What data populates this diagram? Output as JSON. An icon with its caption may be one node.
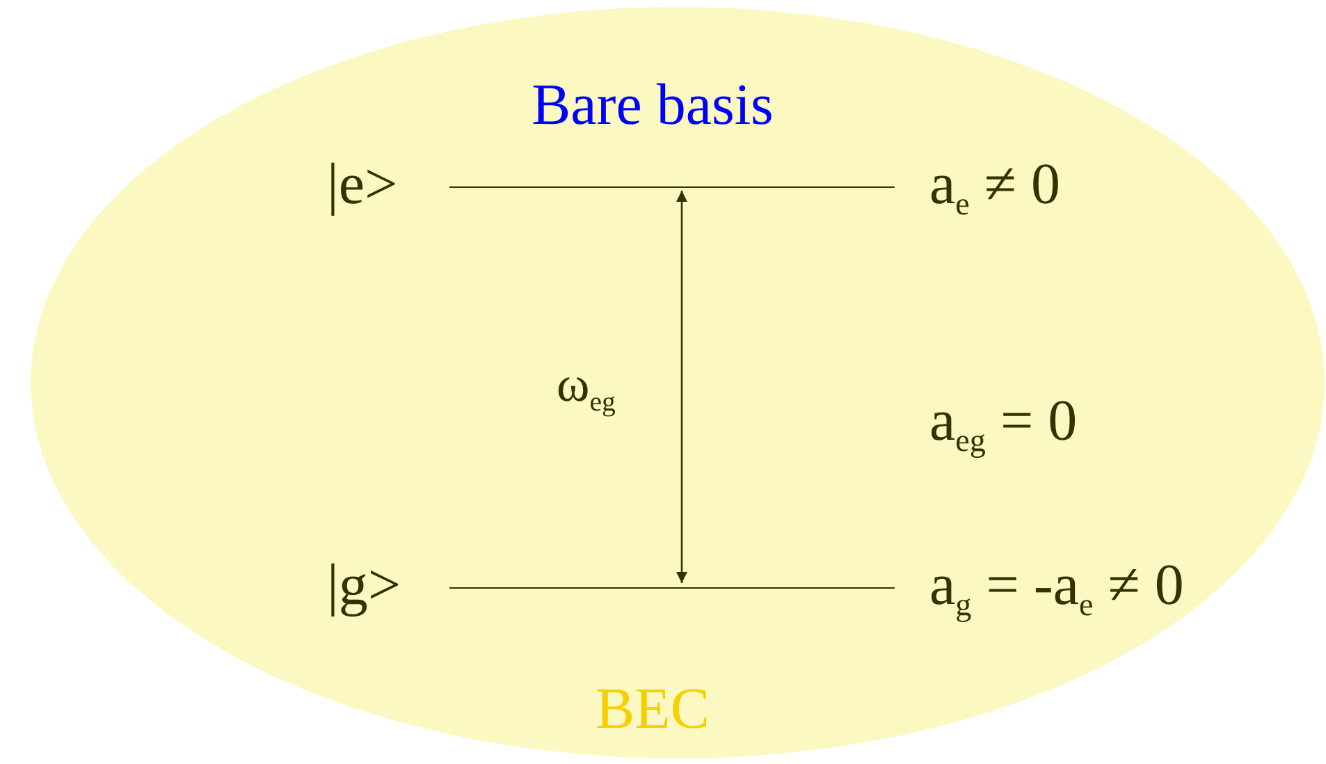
{
  "diagram": {
    "nodes": [
      {
        "text": [
          "Bare basis",
          "BEC"
        ]
      },
      {
        "text": [],
        "shape": "bar",
        "in": 0,
        "beside": [
          "|e>",
          "a$_{e}$ ≠ 0"
        ]
      },
      {
        "text": [],
        "shape": "bar",
        "in": 0,
        "beside": [
          "|g>",
          "a$_{g}$ = -a$_{e}$ ≠ 0"
        ]
      }
    ],
    "edges": [
      {
        "from": 1,
        "to": 2,
        "arrow": "both",
        "label": "ω$_{eg}$"
      }
    ],
    "labels": [
      "a$_{eg}$ = 0"
    ]
  }
}
